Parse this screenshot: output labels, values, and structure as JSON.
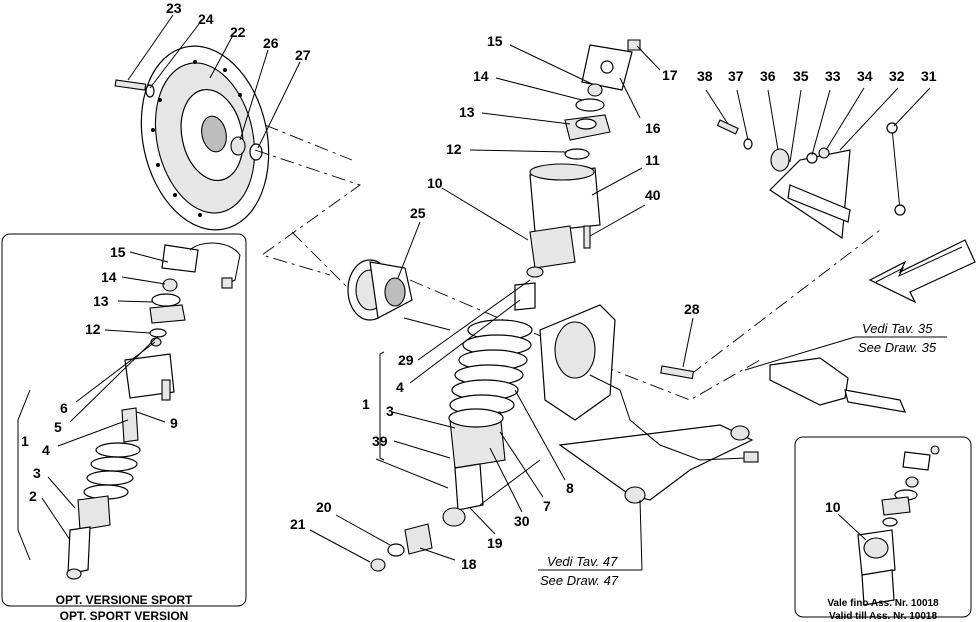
{
  "diagram": {
    "callouts": {
      "c23": "23",
      "c24": "24",
      "c22": "22",
      "c26": "26",
      "c27": "27",
      "c15": "15",
      "c14": "14",
      "c13": "13",
      "c12": "12",
      "c10": "10",
      "c17": "17",
      "c16": "16",
      "c11": "11",
      "c40": "40",
      "c25": "25",
      "c29": "29",
      "c4": "4",
      "c1": "1",
      "c3": "3",
      "c39": "39",
      "c28": "28",
      "c8": "8",
      "c7": "7",
      "c30": "30",
      "c19": "19",
      "c20": "20",
      "c21": "21",
      "c18": "18",
      "c38": "38",
      "c37": "37",
      "c36": "36",
      "c35": "35",
      "c33": "33",
      "c34": "34",
      "c32": "32",
      "c31": "31"
    },
    "inset_sport": {
      "callouts": {
        "c15": "15",
        "c14": "14",
        "c13": "13",
        "c12": "12",
        "c6": "6",
        "c5": "5",
        "c4": "4",
        "c1": "1",
        "c3": "3",
        "c2": "2",
        "c9": "9"
      },
      "caption_it": "OPT. VERSIONE SPORT",
      "caption_en": "OPT. SPORT VERSION"
    },
    "inset_valid": {
      "callout": "10",
      "caption_it": "Vale fino Ass. Nr. 10018",
      "caption_en": "Valid till Ass. Nr. 10018"
    },
    "refs": {
      "tav35_it": "Vedi Tav. 35",
      "tav35_en": "See Draw. 35",
      "tav47_it": "Vedi Tav. 47",
      "tav47_en": "See Draw. 47"
    }
  }
}
